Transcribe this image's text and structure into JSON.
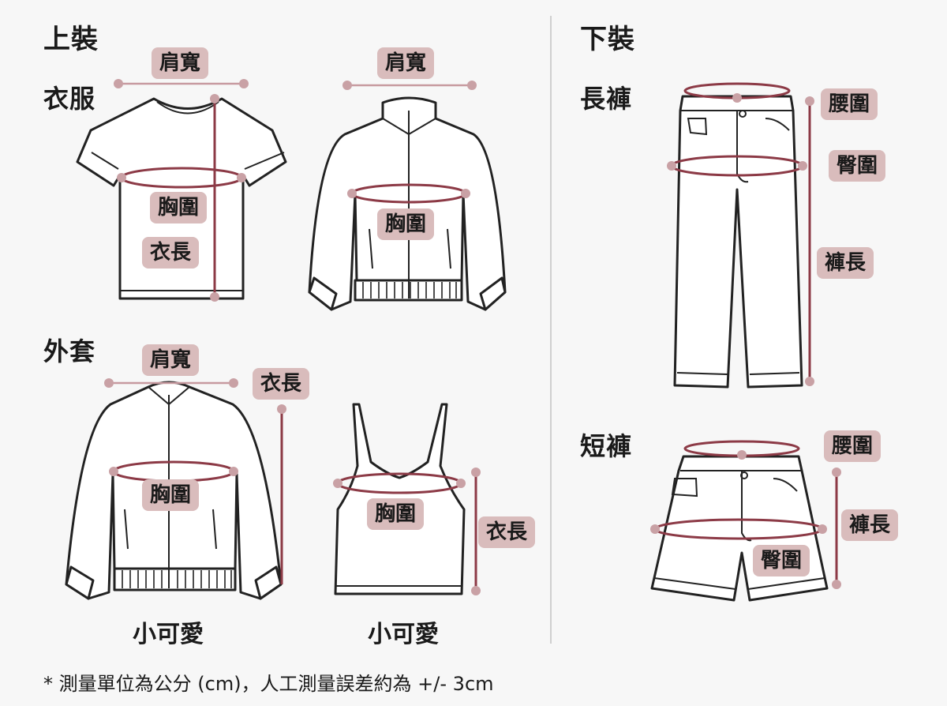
{
  "tops": {
    "heading": "上裝",
    "shirt_section": "衣服",
    "jacket_section": "外套",
    "shoulder": "肩寬",
    "chest": "胸圍",
    "length": "衣長",
    "camisole_caption": "小可愛"
  },
  "bottoms": {
    "heading": "下裝",
    "pants_section": "長褲",
    "shorts_section": "短褲",
    "waist": "腰圍",
    "hip": "臀圍",
    "pants_length": "褲長"
  },
  "footnote": "* 測量單位為公分 (cm)，人工測量誤差約為 +/- 3cm",
  "colors": {
    "accent": "#8c3a46",
    "tag": "#d9bcbc",
    "dot": "#c9a1a5",
    "line": "#222222"
  }
}
